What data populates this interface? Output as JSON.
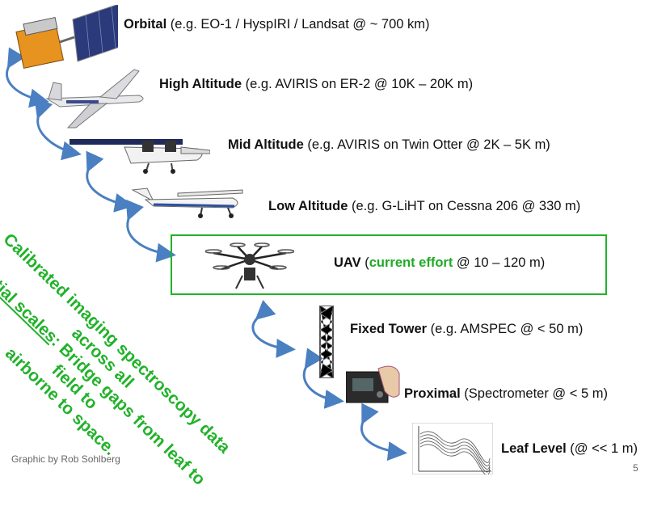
{
  "levels": [
    {
      "name": "Orbital",
      "detail": " (e.g. EO-1 / HyspIRI / Landsat @ ~ 700 km)",
      "icon": "satellite-icon"
    },
    {
      "name": "High Altitude",
      "detail": " (e.g. AVIRIS on ER-2 @ 10K – 20K m)",
      "icon": "high-altitude-jet-icon"
    },
    {
      "name": "Mid Altitude",
      "detail": " (e.g. AVIRIS on Twin Otter @ 2K – 5K m)",
      "icon": "twin-otter-plane-icon"
    },
    {
      "name": "Low Altitude",
      "detail": " (e.g. G-LiHT on Cessna 206 @ 330 m)",
      "icon": "cessna-plane-icon"
    },
    {
      "name": "UAV",
      "pre": " (",
      "highlight": "current effort",
      "post": " @ 10 – 120 m)",
      "icon": "drone-icon"
    },
    {
      "name": "Fixed Tower",
      "detail": " (e.g. AMSPEC @ < 50 m)",
      "icon": "tower-icon"
    },
    {
      "name": "Proximal",
      "detail": " (Spectrometer @ < 5 m)",
      "icon": "spectrometer-icon"
    },
    {
      "name": "Leaf Level",
      "detail": " (@ << 1 m)",
      "icon": "spectra-plot-icon"
    }
  ],
  "diagonal": {
    "line1": "Calibrated imaging spectroscopy data across all",
    "line2_underlined": "spatial scales",
    "line2_rest": ": Bridge gaps from leaf to field to",
    "line3": "airborne to space."
  },
  "credit": "Graphic by Rob Sohlberg",
  "page_number": "5",
  "colors": {
    "accent": "#22b22a",
    "arrow": "#4a7fc1"
  }
}
